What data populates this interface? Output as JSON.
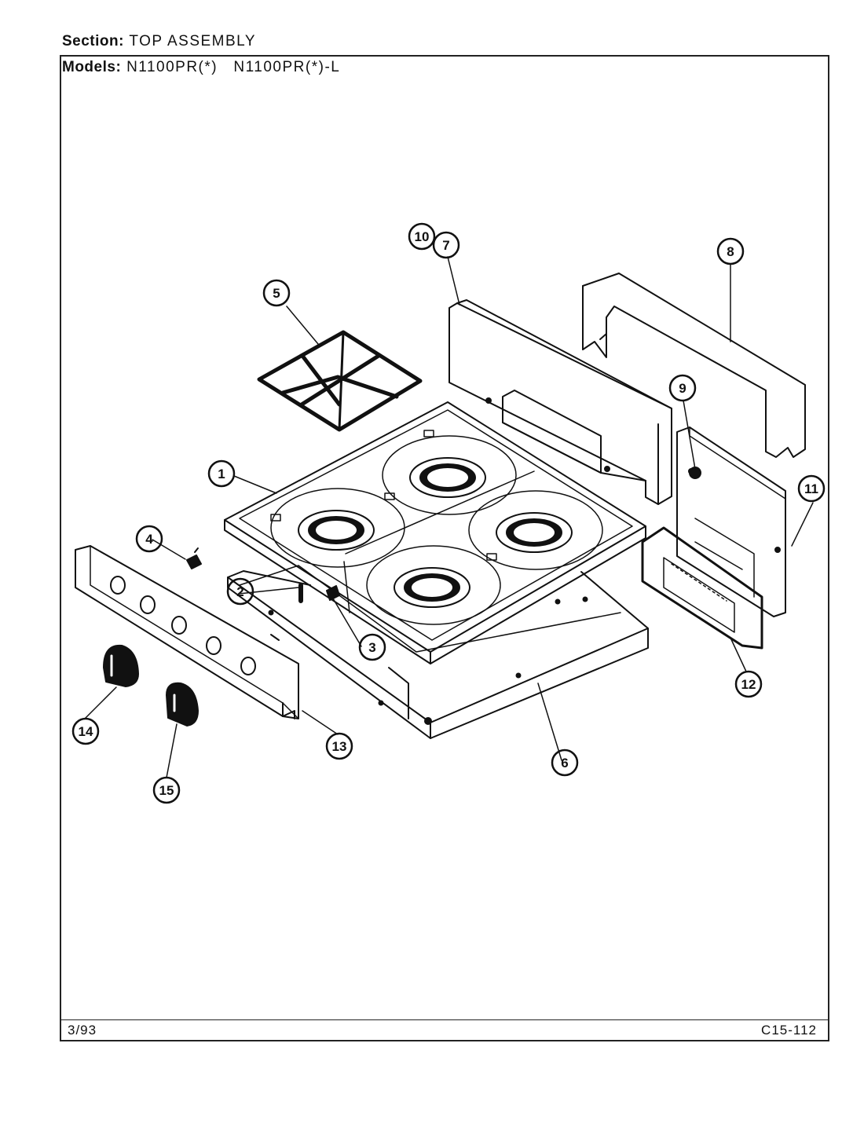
{
  "header": {
    "section_label": "Section:",
    "section_value": "TOP ASSEMBLY",
    "models_label": "Models:",
    "models_value": "N1100PR(*)   N1100PR(*)-L"
  },
  "footer": {
    "date": "3/93",
    "code": "C15-112"
  },
  "callouts": [
    "1",
    "2",
    "3",
    "4",
    "5",
    "6",
    "7",
    "8",
    "9",
    "10",
    "11",
    "12",
    "13",
    "14",
    "15"
  ]
}
